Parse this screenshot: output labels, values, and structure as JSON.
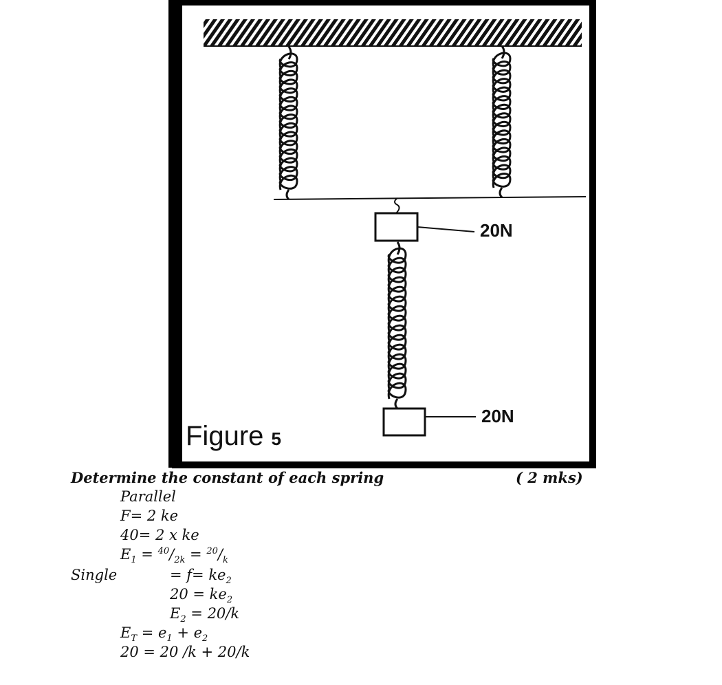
{
  "figure": {
    "label": "Figure",
    "number": "5",
    "weights": [
      "20N",
      "20N"
    ]
  },
  "question": {
    "text": "Determine the constant of each spring",
    "marks": "( 2 mks)"
  },
  "solution": {
    "parallel": "Parallel",
    "l1": "F= 2 ke",
    "l2": "40= 2 x ke",
    "l3": {
      "a": "E",
      "a_sub": "1",
      "b": " = ",
      "c": "40",
      "d": "/",
      "e": "2k",
      "f": " = ",
      "g": "20",
      "h": "/",
      "i": "k"
    },
    "single": "Single",
    "s1": {
      "a": "= f= ke",
      "sub": "2"
    },
    "s2": {
      "a": "20 = ke",
      "sub": "2"
    },
    "s3": {
      "a": "E",
      "sub": "2",
      "b": " = 20/k"
    },
    "t1": {
      "a": "E",
      "sub": "T",
      "b": " = e",
      "sub2": "1",
      "c": " + e",
      "sub3": "2"
    },
    "t2": "20 = 20 /k + 20/k"
  }
}
